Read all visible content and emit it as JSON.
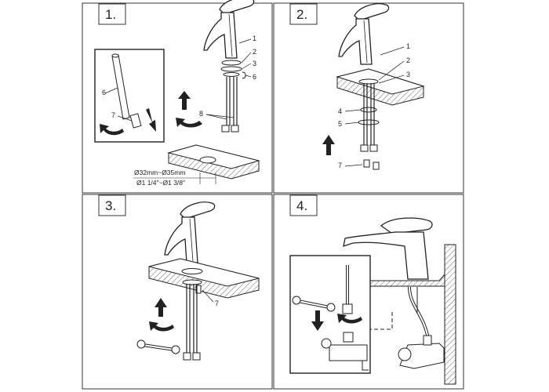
{
  "steps": [
    {
      "number": "1.",
      "labels": [
        "1",
        "2",
        "3",
        "6",
        "6",
        "7",
        "8"
      ]
    },
    {
      "number": "2.",
      "labels": [
        "1",
        "2",
        "3",
        "4",
        "5",
        "7"
      ]
    },
    {
      "number": "3.",
      "labels": [
        "7"
      ]
    },
    {
      "number": "4.",
      "labels": []
    }
  ],
  "dimensions": {
    "metric": "Ø32mm~Ø35mm",
    "imperial": "Ø1 1/4\"~Ø1 3/8\""
  }
}
